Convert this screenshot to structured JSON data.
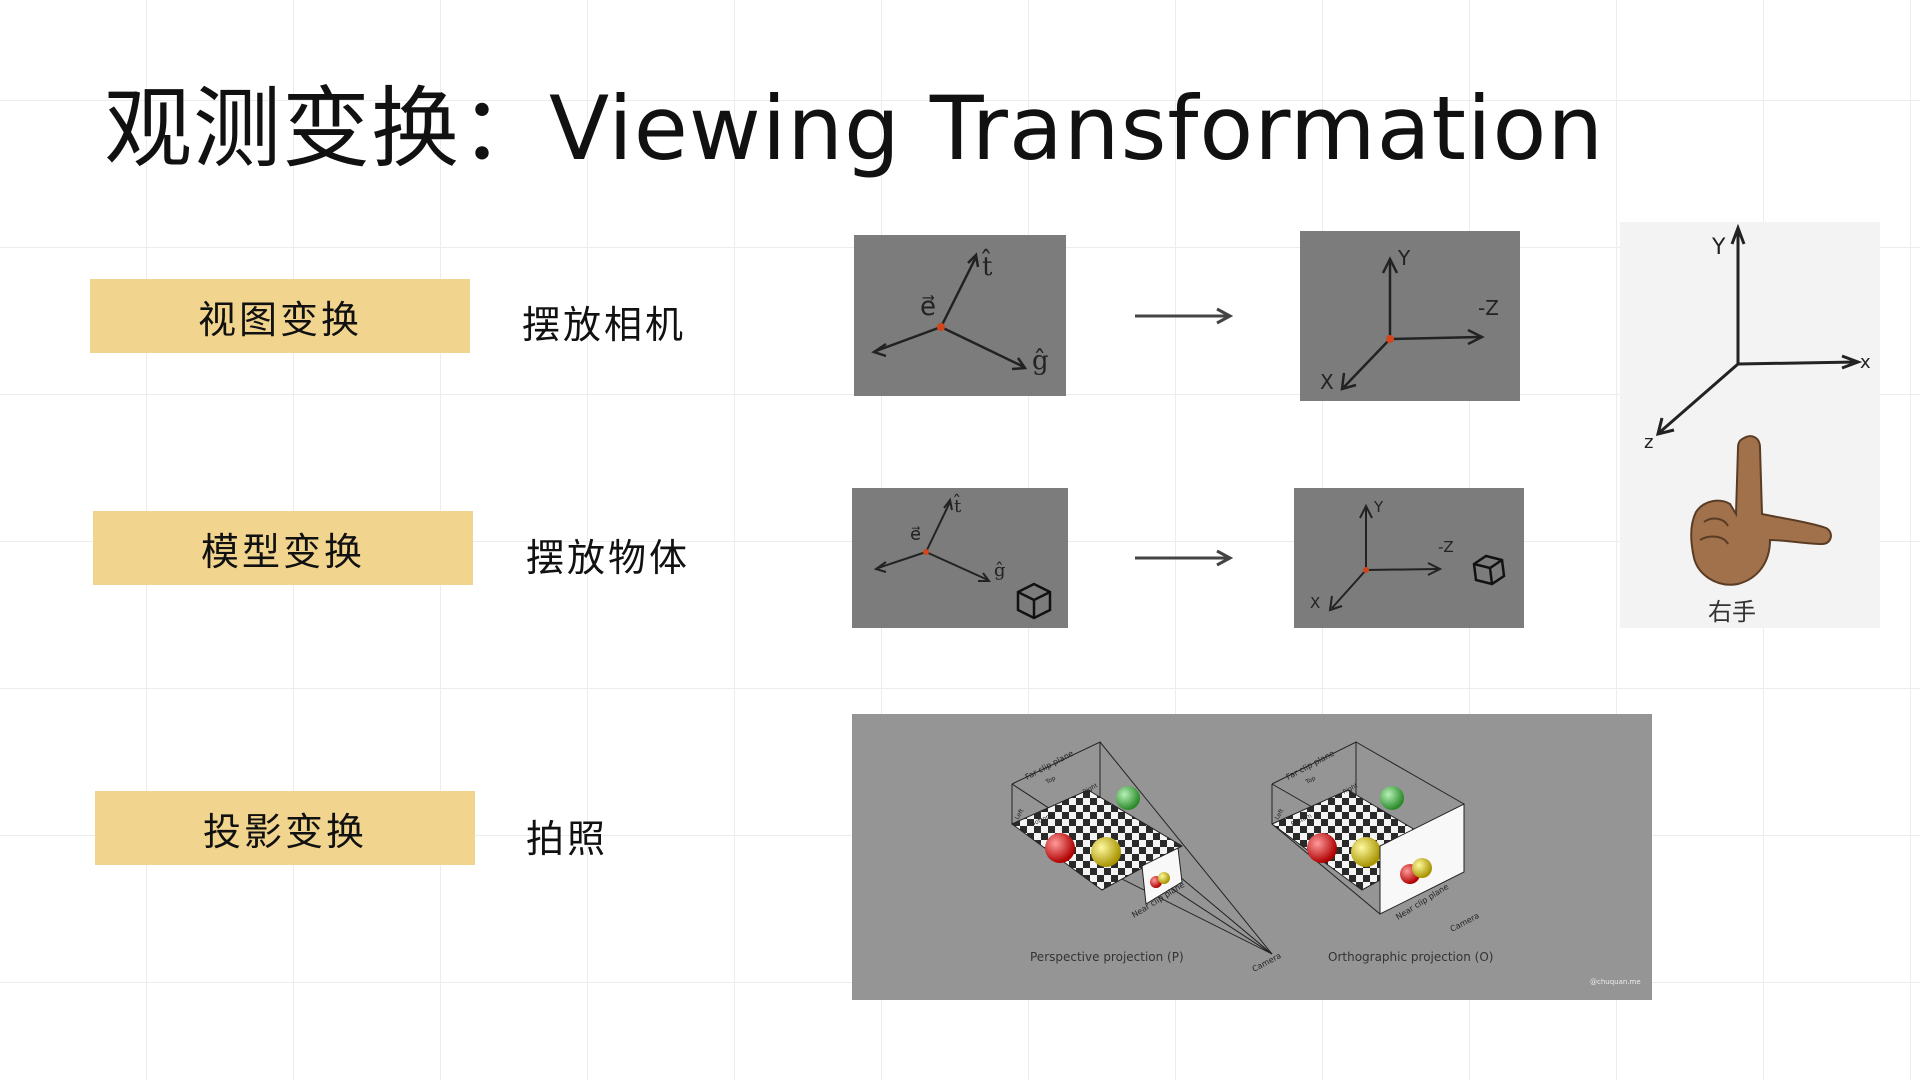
{
  "title": "观测变换：Viewing Transformation",
  "rows": [
    {
      "label": "视图变换",
      "desc": "摆放相机"
    },
    {
      "label": "模型变换",
      "desc": "摆放物体"
    },
    {
      "label": "投影变换",
      "desc": "拍照"
    }
  ],
  "axes": {
    "t_hat": "t̂",
    "e_vec": "e⃗",
    "g_hat": "ĝ",
    "y": "Y",
    "neg_z": "-Z",
    "x": "X",
    "rh_y": "Y",
    "rh_x": "x",
    "rh_z": "z"
  },
  "right_hand_label": "右手",
  "projection": {
    "far_clip": "Far clip plane",
    "near_clip": "Near clip plane",
    "top": "Top",
    "bottom": "Bottom",
    "left": "Left",
    "right": "Right",
    "camera": "Camera",
    "perspective": "Perspective projection (P)",
    "orthographic": "Orthographic projection (O)",
    "watermark": "@chuquan.me"
  },
  "colors": {
    "label_bg": "#f1d58e",
    "panel_bg": "#7c7c7c",
    "origin_dot": "#d2461b",
    "red_ball": "#e01c1c",
    "yellow_ball": "#e8d400",
    "green_ball": "#4fbf4f",
    "hand": "#a0714b"
  }
}
